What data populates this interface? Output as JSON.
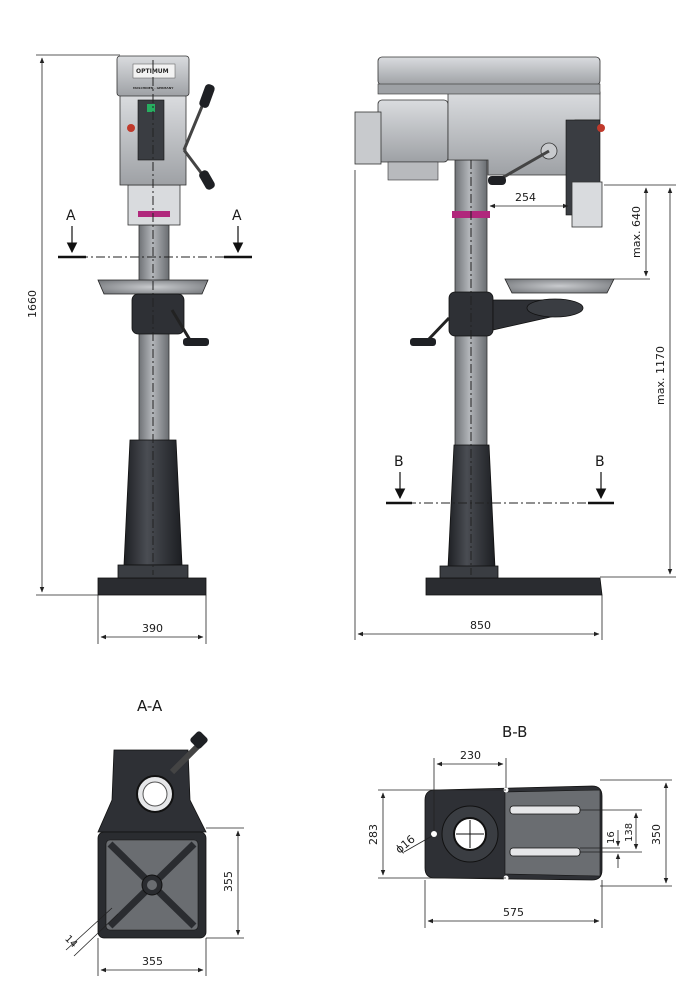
{
  "front_view": {
    "height": "1660",
    "width": "390",
    "section_label_left": "A",
    "section_label_right": "A",
    "logo": "OPTIMUM",
    "logo_sub": "MASCHINEN · GERMANY"
  },
  "side_view": {
    "width": "850",
    "spindle_reach": "254",
    "spindle_travel": "max. 640",
    "max_height": "max. 1170",
    "section_label_left": "B",
    "section_label_right": "B"
  },
  "section_a": {
    "title": "A-A",
    "dim_width": "355",
    "dim_height": "355",
    "dim_slot": "14"
  },
  "section_b": {
    "title": "B-B",
    "dim_hole_offset": "230",
    "dim_hole_spacing": "283",
    "dim_hole_diameter": "ϕ16",
    "dim_slot_width": "16",
    "dim_slot_spacing": "138",
    "dim_depth": "350",
    "dim_length": "575"
  },
  "colors": {
    "body": "#2e3035",
    "column": "#9a9da1",
    "head": "#c8cacd",
    "accent": "#b0287c",
    "switch": "#c0392b"
  }
}
